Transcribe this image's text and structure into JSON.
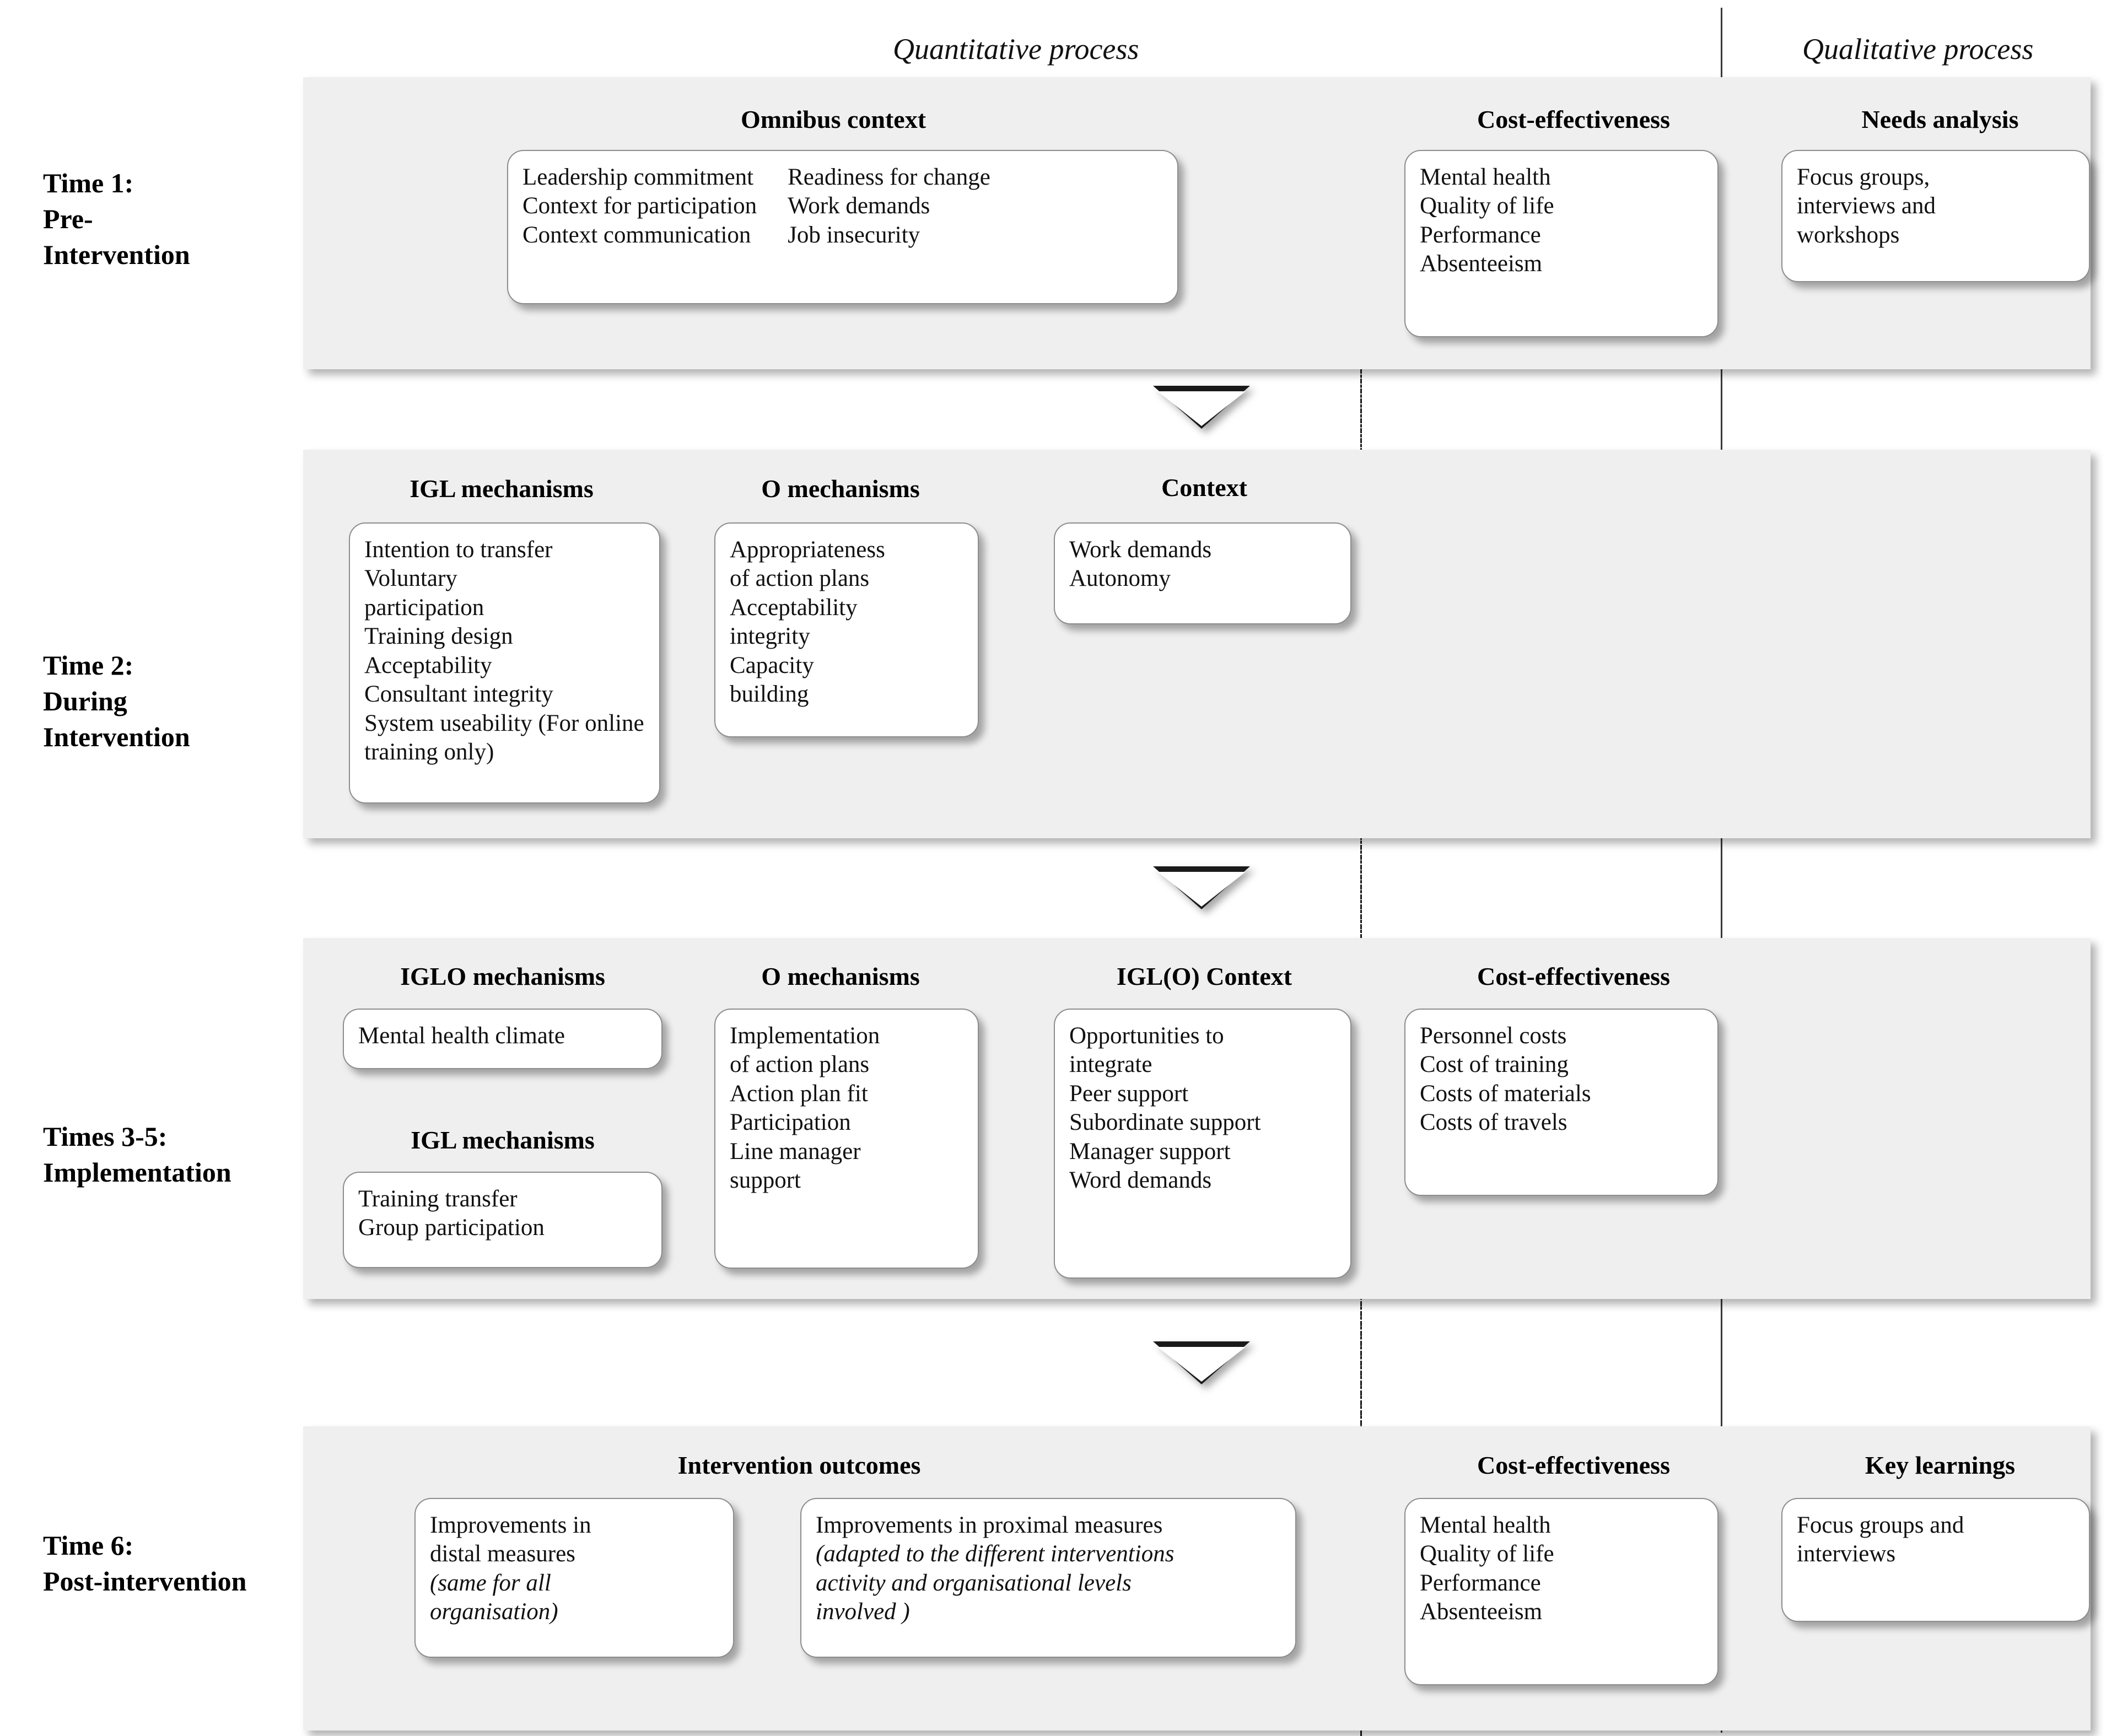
{
  "headers": {
    "quantitative": "Quantitative process",
    "qualitative": "Qualitative  process"
  },
  "colors": {
    "band_bg": "#efefef",
    "card_bg": "#ffffff",
    "card_border": "#8d8d8d",
    "divider": "#1a1a1a",
    "text": "#111111"
  },
  "sections": [
    {
      "id": "time1",
      "time_label": "Time 1:\nPre-\nIntervention",
      "columns": [
        {
          "title": "Omnibus context",
          "card": {
            "layout": "two-column",
            "col_a": [
              "Leadership commitment",
              "Context for participation",
              "Context communication"
            ],
            "col_b": [
              "Readiness for change",
              "Work demands",
              "Job insecurity"
            ]
          }
        },
        {
          "title": "Cost-effectiveness",
          "card": {
            "layout": "list",
            "items": [
              "Mental health",
              "Quality of life",
              "Performance",
              "Absenteeism"
            ]
          }
        },
        {
          "title": "Needs analysis",
          "card": {
            "layout": "paragraph",
            "text": "Focus groups,\ninterviews and\nworkshops"
          }
        }
      ]
    },
    {
      "id": "time2",
      "time_label": "Time 2:\nDuring\nIntervention",
      "columns": [
        {
          "title": "IGL mechanisms",
          "card": {
            "layout": "list",
            "items": [
              "Intention to transfer",
              "Voluntary\nparticipation",
              "Training design",
              "Acceptability",
              "Consultant integrity"
            ],
            "trailing_plain": "System useability ",
            "trailing_italic": "(For online training only)"
          }
        },
        {
          "title": "O mechanisms",
          "card": {
            "layout": "list",
            "items": [
              "Appropriateness\nof action plans",
              "Acceptability",
              "integrity",
              "Capacity\nbuilding"
            ]
          }
        },
        {
          "title": "Context",
          "card": {
            "layout": "list",
            "items": [
              "Work demands",
              "Autonomy"
            ]
          }
        }
      ]
    },
    {
      "id": "times35",
      "time_label": "Times 3-5:\nImplementation",
      "columns": [
        {
          "title": "IGLO mechanisms",
          "card": {
            "layout": "list",
            "items": [
              "Mental health climate"
            ]
          }
        },
        {
          "title": "IGL mechanisms",
          "card": {
            "layout": "list",
            "items": [
              "Training transfer",
              "Group participation"
            ]
          }
        },
        {
          "title": "O mechanisms",
          "card": {
            "layout": "list",
            "items": [
              "Implementation\nof action plans",
              "Action plan fit",
              "Participation",
              "Line manager\nsupport"
            ]
          }
        },
        {
          "title": "IGL(O) Context",
          "card": {
            "layout": "list",
            "items": [
              "Opportunities to\nintegrate",
              "Peer support",
              "Subordinate support",
              "Manager support",
              "Word demands"
            ]
          }
        },
        {
          "title": "Cost-effectiveness",
          "card": {
            "layout": "list",
            "items": [
              "Personnel costs",
              "Cost of training",
              "Costs of materials",
              "Costs of travels"
            ]
          }
        }
      ]
    },
    {
      "id": "time6",
      "time_label": "Time 6:\nPost-intervention",
      "columns": [
        {
          "title": "Intervention outcomes",
          "card_distal": {
            "plain": "Improvements in\ndistal measures",
            "italic": "(same for all\norganisation)"
          },
          "card_proximal": {
            "plain": "Improvements in proximal measures",
            "italic": "(adapted to the different interventions\nactivity  and organisational levels\ninvolved )"
          }
        },
        {
          "title": "Cost-effectiveness",
          "card": {
            "layout": "list",
            "items": [
              "Mental health",
              "Quality of life",
              "Performance",
              "Absenteeism"
            ]
          }
        },
        {
          "title": "Key learnings",
          "card": {
            "layout": "paragraph",
            "text": "Focus groups and\ninterviews"
          }
        }
      ]
    }
  ],
  "connectors": [
    {
      "name": "arrow-1-to-2"
    },
    {
      "name": "arrow-2-to-3"
    },
    {
      "name": "arrow-3-to-4"
    }
  ]
}
